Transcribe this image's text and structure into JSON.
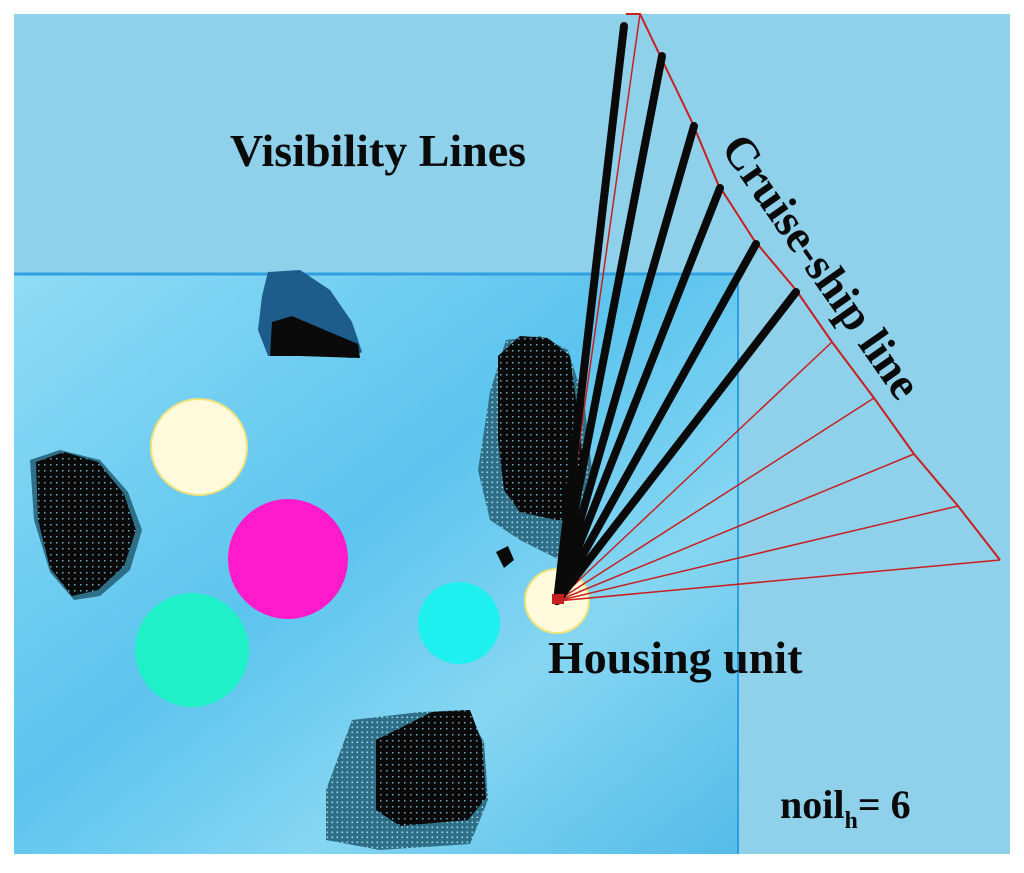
{
  "labels": {
    "visibility_lines": "Visibility Lines",
    "cruise_ship_line": "Cruise-ship line",
    "housing_unit": "Housing unit",
    "noil_main": "noil",
    "noil_sub": "h",
    "noil_value": "= 6"
  },
  "colors": {
    "background": "#ffffff",
    "sea_light": "#8fd0ea",
    "sea_region": "#66c8ee",
    "grid_line": "#2f9fe0",
    "visibility_line": "#0a0a0a",
    "cruise_line": "#c82020",
    "circle_cream": "#fffadc",
    "circle_magenta": "#ff1acb",
    "circle_teal": "#20f0c8",
    "circle_cyan": "#1ef0f0",
    "island_dark": "#0a0a0a",
    "island_blue": "#1e5c8c"
  },
  "legend": {
    "visibility_lines_count": 6,
    "cruise_line_segments": 10
  }
}
